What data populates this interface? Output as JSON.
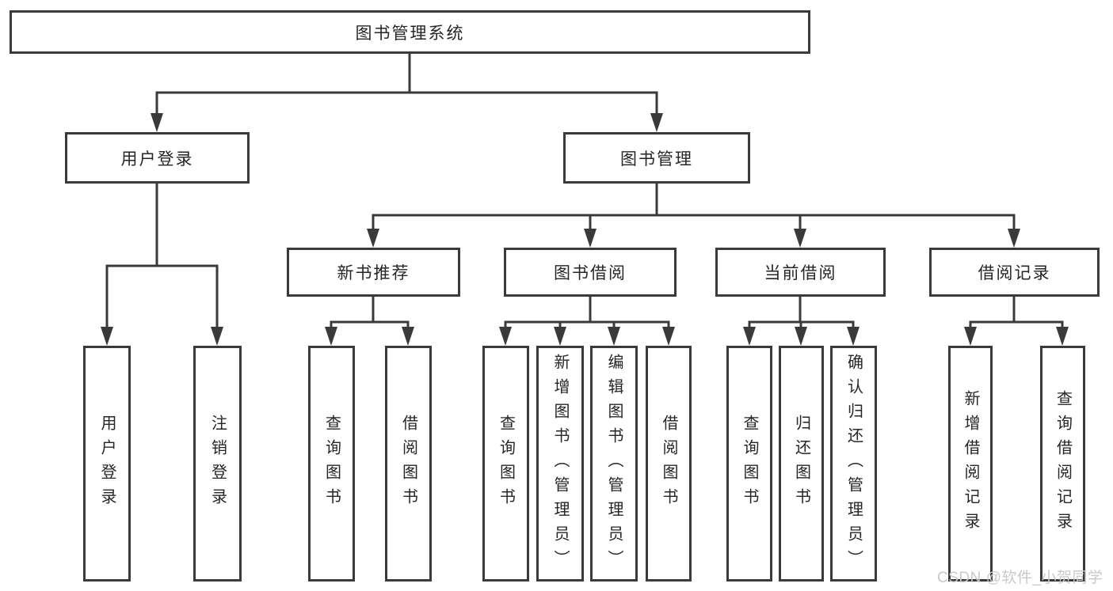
{
  "diagram": {
    "root": {
      "label": "图书管理系统"
    },
    "level2": [
      {
        "id": "user-login",
        "label": "用户登录",
        "children": [
          {
            "label": "用户登录"
          },
          {
            "label": "注销登录"
          }
        ]
      },
      {
        "id": "book-management",
        "label": "图书管理",
        "children": [
          {
            "id": "new-book-recommend",
            "label": "新书推荐",
            "children": [
              {
                "label": "查询图书"
              },
              {
                "label": "借阅图书"
              }
            ]
          },
          {
            "id": "book-borrowing",
            "label": "图书借阅",
            "children": [
              {
                "label": "查询图书"
              },
              {
                "label": "新增图书（管理员）"
              },
              {
                "label": "编辑图书（管理员）"
              },
              {
                "label": "借阅图书"
              }
            ]
          },
          {
            "id": "current-borrowing",
            "label": "当前借阅",
            "children": [
              {
                "label": "查询图书"
              },
              {
                "label": "归还图书"
              },
              {
                "label": "确认归还（管理员）"
              }
            ]
          },
          {
            "id": "borrow-records",
            "label": "借阅记录",
            "children": [
              {
                "label": "新增借阅记录"
              },
              {
                "label": "查询借阅记录"
              }
            ]
          }
        ]
      }
    ]
  },
  "watermark": {
    "text": "CSDN @软件_小贺同学"
  },
  "colors": {
    "line": "#3a3a3a",
    "text": "#262626",
    "background": "#ffffff",
    "watermark": "#c9c9c9"
  }
}
